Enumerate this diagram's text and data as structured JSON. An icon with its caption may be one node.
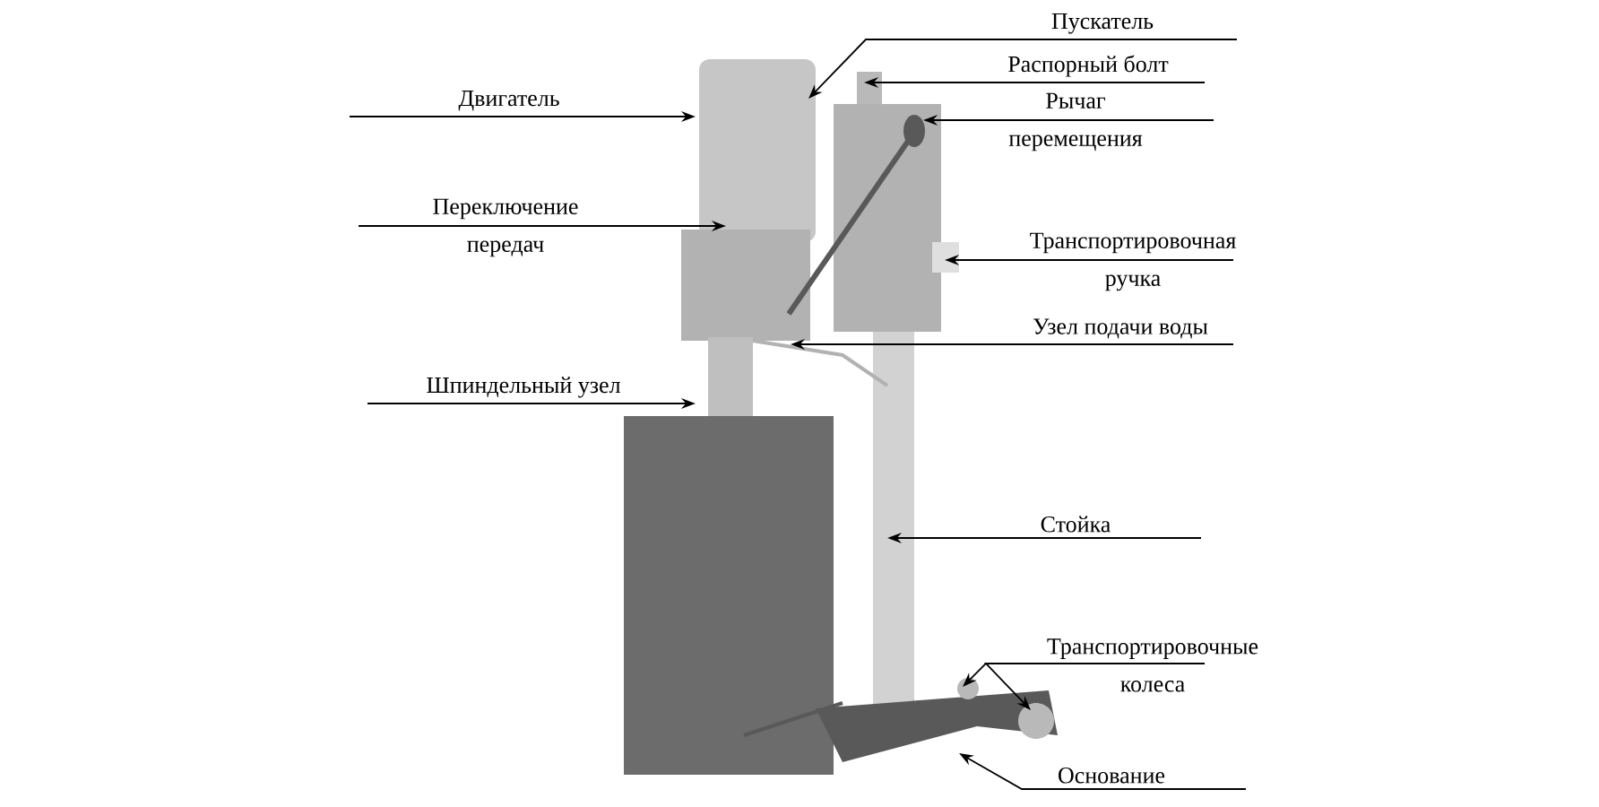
{
  "diagram": {
    "nodes": [
      {
        "text": [
          "Двигатель"
        ]
      },
      {
        "text": [
          "Переключение передач"
        ]
      },
      {
        "text": [
          "Шпиндельный узел"
        ]
      },
      {
        "text": [
          "Пускатель"
        ]
      },
      {
        "text": [
          "Распорный болт"
        ]
      },
      {
        "text": [
          "Рычаг перемещения"
        ]
      },
      {
        "text": [
          "Транспортировочная ручка"
        ]
      },
      {
        "text": [
          "Узел подачи воды"
        ]
      },
      {
        "text": [
          "Стойка"
        ]
      },
      {
        "text": [
          "Транспортировочные колеса"
        ]
      },
      {
        "text": [
          "Основание"
        ]
      }
    ],
    "edges": [
      {
        "from": 0,
        "to": null,
        "arrow": "to"
      },
      {
        "from": 1,
        "to": null,
        "arrow": "to"
      },
      {
        "from": 2,
        "to": null,
        "arrow": "to"
      },
      {
        "from": 3,
        "to": null,
        "arrow": "to"
      },
      {
        "from": 4,
        "to": null,
        "arrow": "to"
      },
      {
        "from": 5,
        "to": null,
        "arrow": "to"
      },
      {
        "from": 6,
        "to": null,
        "arrow": "to"
      },
      {
        "from": 7,
        "to": null,
        "arrow": "to"
      },
      {
        "from": 8,
        "to": null,
        "arrow": "to"
      },
      {
        "from": 9,
        "to": null,
        "arrow": "to"
      },
      {
        "from": 9,
        "to": null,
        "arrow": "to"
      },
      {
        "from": 10,
        "to": null,
        "arrow": "to"
      }
    ]
  }
}
